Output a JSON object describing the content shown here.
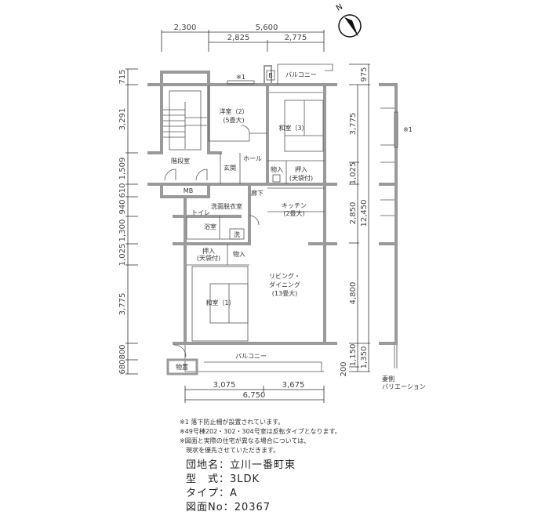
{
  "dimensions": {
    "top": [
      "2,300",
      "5,600",
      "2,825",
      "2,775"
    ],
    "left": [
      "715",
      "3,291",
      "1,509",
      "610",
      "940",
      "1,300",
      "1,025",
      "3,775",
      "800",
      "680"
    ],
    "right_inner": [
      "3,775",
      "1,025",
      "2,850",
      "4,800",
      "1,150",
      "200"
    ],
    "right_outer": [
      "975",
      "12,450",
      "1,350"
    ],
    "bottom": [
      "3,075",
      "3,675",
      "6,750"
    ]
  },
  "rooms": {
    "western_room_2": "洋室（2）",
    "western_room_2_size": "(5畳大)",
    "japanese_room_3": "和室（3）",
    "stairwell": "階段室",
    "entrance": "玄関",
    "hall": "ホール",
    "storage_1": "物入",
    "closet_1": "押入",
    "closet_1_sub": "(天袋付)",
    "mb": "MB",
    "corridor": "廊下",
    "washroom": "洗面脱衣室",
    "toilet": "トイレ",
    "kitchen": "キッチン",
    "kitchen_size": "(2畳大)",
    "bath": "浴室",
    "washer": "洗",
    "closet_2": "押入",
    "closet_2_sub": "(天袋付)",
    "storage_2": "物入",
    "living_1": "リビング・",
    "living_2": "ダイニング",
    "living_size": "(13畳大)",
    "japanese_room_1": "和室（1）",
    "balcony_bottom": "バルコニー",
    "shed": "物置",
    "balcony_top": "バルコニー",
    "b_mark": "B",
    "note_mark_top": "※1",
    "note_mark_side": "※1",
    "side_label_1": "妻側",
    "side_label_2": "バリエーション"
  },
  "compass": "N",
  "notes": [
    "※1 落下防止柵が設置されています。",
    "※49号棟202・302・304号室は反転タイプとなります。",
    "※図面と実際の住宅が異なる場合については、",
    "　現状を優先させていただきます。"
  ],
  "info": {
    "complex_label": "団地名：",
    "complex": "立川一番町東",
    "layout_label": "型　式：",
    "layout": "3LDK",
    "type_label": "タイプ：",
    "type": "A",
    "drawing_label": "図面No：",
    "drawing": "20367"
  }
}
